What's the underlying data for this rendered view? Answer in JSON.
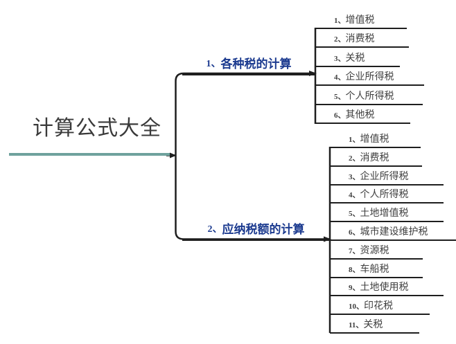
{
  "root": {
    "label": "计算公式大全"
  },
  "branches": [
    {
      "num": "1、",
      "label": "各种税的计算",
      "children": [
        {
          "num": "1、",
          "text": "增值税"
        },
        {
          "num": "2、",
          "text": "消费税"
        },
        {
          "num": "3、",
          "text": "关税"
        },
        {
          "num": "4、",
          "text": "企业所得税"
        },
        {
          "num": "5、",
          "text": "个人所得税"
        },
        {
          "num": "6、",
          "text": "其他税"
        }
      ]
    },
    {
      "num": "2、",
      "label": "应纳税额的计算",
      "children": [
        {
          "num": "1、",
          "text": "增值税"
        },
        {
          "num": "2、",
          "text": "消费税"
        },
        {
          "num": "3、",
          "text": "企业所得税"
        },
        {
          "num": "4、",
          "text": "个人所得税"
        },
        {
          "num": "5、",
          "text": "土地增值税"
        },
        {
          "num": "6、",
          "text": "城市建设维护税"
        },
        {
          "num": "7、",
          "text": "资源税"
        },
        {
          "num": "8、",
          "text": "车船税"
        },
        {
          "num": "9、",
          "text": "土地使用税"
        },
        {
          "num": "10、",
          "text": "印花税"
        },
        {
          "num": "11、",
          "text": "关税"
        }
      ]
    }
  ],
  "colors": {
    "root_underline": "#6fa29d",
    "connector": "#1e1e1e",
    "branch_text": "#1b3a8f",
    "leaf_text": "#3f3f3f",
    "background": "#ffffff"
  }
}
